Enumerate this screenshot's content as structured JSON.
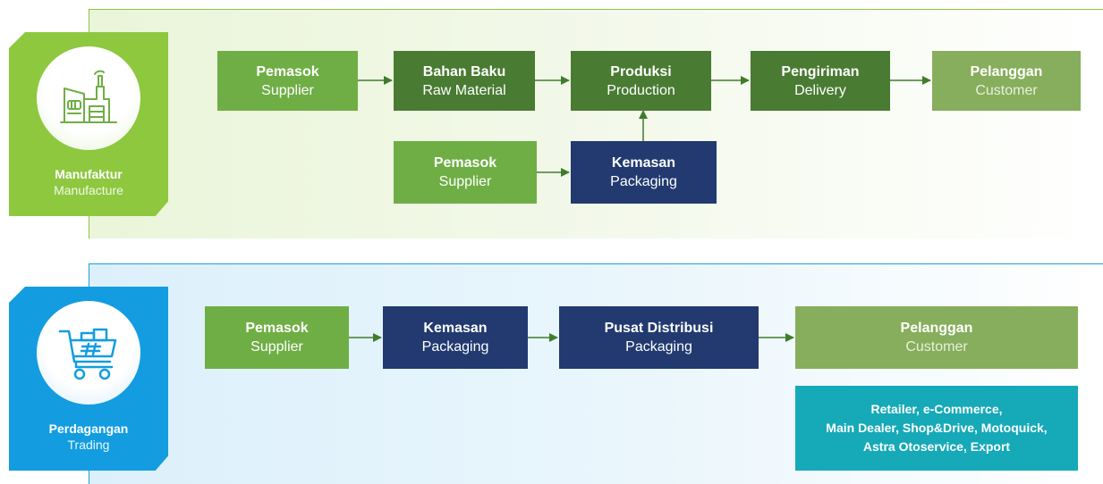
{
  "colors": {
    "green": "#6fae45",
    "dark_green": "#497b32",
    "light_green": "#87ae5c",
    "navy": "#223a70",
    "teal": "#16a9b8",
    "connector": "#3f7d2c",
    "manufacture_tag": "#8dc83f",
    "trading_tag": "#139de0"
  },
  "manufacture": {
    "icon": "factory-icon",
    "title": "Manufaktur",
    "subtitle": "Manufacture",
    "supplier": {
      "bold": "Pemasok",
      "regular": "Supplier"
    },
    "raw_material": {
      "bold": "Bahan Baku",
      "regular": "Raw Material"
    },
    "production": {
      "bold": "Produksi",
      "regular": "Production"
    },
    "delivery": {
      "bold": "Pengiriman",
      "regular": "Delivery"
    },
    "customer": {
      "bold": "Pelanggan",
      "regular": "Customer"
    },
    "packaging_supplier": {
      "bold": "Pemasok",
      "regular": "Supplier"
    },
    "packaging": {
      "bold": "Kemasan",
      "regular": "Packaging"
    }
  },
  "trading": {
    "icon": "shopping-cart-icon",
    "title": "Perdagangan",
    "subtitle": "Trading",
    "supplier": {
      "bold": "Pemasok",
      "regular": "Supplier"
    },
    "packaging": {
      "bold": "Kemasan",
      "regular": "Packaging"
    },
    "distribution": {
      "bold": "Pusat Distribusi",
      "regular": "Packaging"
    },
    "customer": {
      "bold": "Pelanggan",
      "regular": "Customer"
    },
    "channels": [
      "Retailer, e-Commerce,",
      "Main Dealer, Shop&Drive, Motoquick,",
      "Astra Otoservice, Export"
    ]
  }
}
